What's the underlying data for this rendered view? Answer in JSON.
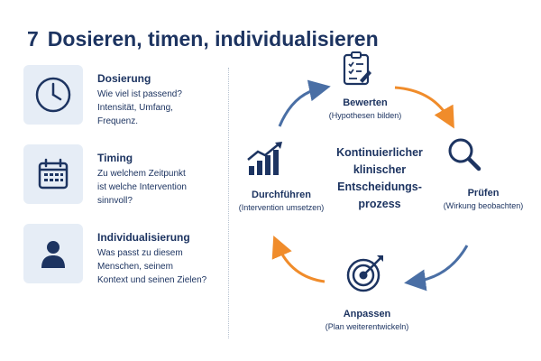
{
  "header": {
    "number": "7",
    "title": "Dosieren, timen, individualisieren"
  },
  "cards": [
    {
      "title": "Dosierung",
      "lines": [
        "Wie viel ist passend?",
        "Intensität, Umfang,",
        "Frequenz."
      ],
      "icon": "clock-icon"
    },
    {
      "title": "Timing",
      "lines": [
        "Zu welchem Zeitpunkt",
        "ist welche Intervention",
        "sinnvoll?"
      ],
      "icon": "calendar-icon"
    },
    {
      "title": "Individualisierung",
      "lines": [
        "Was passt zu diesem",
        "Menschen, seinem",
        "Kontext und seinen Zielen?"
      ],
      "icon": "person-icon"
    }
  ],
  "cycle": {
    "center_lines": [
      "Kontinuierlicher",
      "klinischer",
      "Entscheidungs-",
      "prozess"
    ],
    "nodes": {
      "bewerten": {
        "title": "Bewerten",
        "subtitle": "(Hypothesen bilden)",
        "icon": "clipboard-checklist-icon"
      },
      "pruefen": {
        "title": "Prüfen",
        "subtitle": "(Wirkung beobachten)",
        "icon": "magnifier-icon"
      },
      "anpassen": {
        "title": "Anpassen",
        "subtitle": "(Plan weiterentwickeln)",
        "icon": "target-icon"
      },
      "durchfuehren": {
        "title": "Durchführen",
        "subtitle": "(Intervention umsetzen)",
        "icon": "growth-chart-icon"
      }
    }
  },
  "colors": {
    "navy": "#1d3461",
    "arrow_blue": "#4a6fa5",
    "arrow_orange": "#f08c2b",
    "icon_bg": "#e6edf6"
  }
}
